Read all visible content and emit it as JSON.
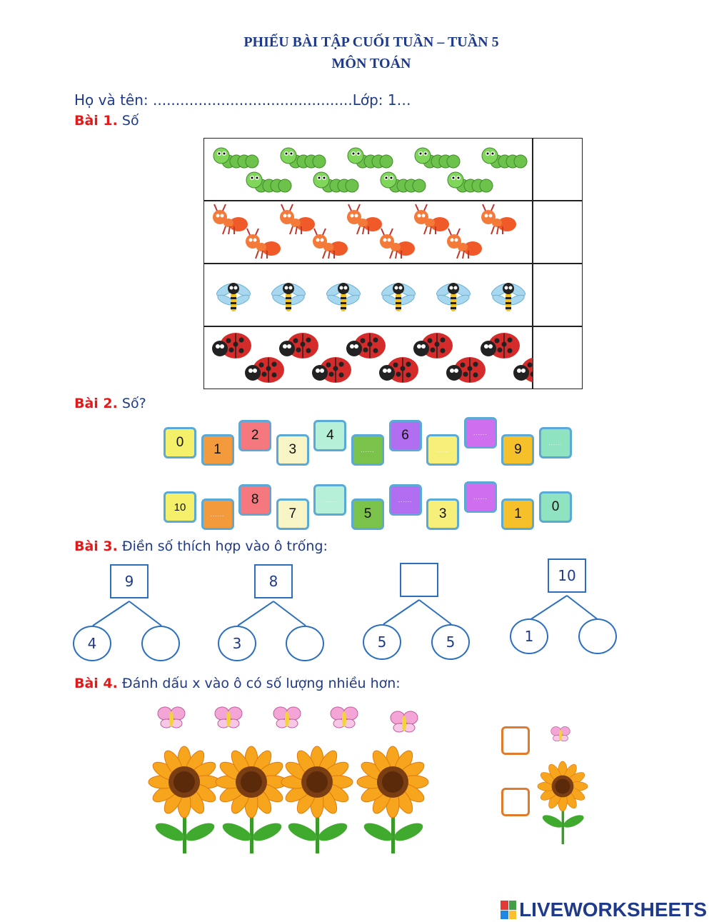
{
  "header": {
    "title_line1": "PHIẾU BÀI TẬP CUỐI TUẦN – TUẦN 5",
    "title_line2": "MÔN TOÁN"
  },
  "student_line": "Họ và tên: ............................................Lớp: 1…",
  "bai1": {
    "label": "Bài 1.",
    "text": "Số",
    "rows": [
      {
        "animal": "caterpillar",
        "count": 9
      },
      {
        "animal": "ant",
        "count": 9
      },
      {
        "animal": "dragonfly",
        "count": 6
      },
      {
        "animal": "ladybug",
        "count": 10
      }
    ]
  },
  "bai2": {
    "label": "Bài 2.",
    "text": "Số?",
    "row1": [
      "0",
      "1",
      "2",
      "3",
      "4",
      "",
      "6",
      "",
      "",
      "9",
      ""
    ],
    "row2": [
      "10",
      "",
      "8",
      "7",
      "",
      "5",
      "",
      "3",
      "",
      "1",
      "0"
    ],
    "colors": [
      "#f4f06a",
      "#f39a3c",
      "#f4787e",
      "#f7f4c6",
      "#b7f0d8",
      "#7bc24a",
      "#b26ef0",
      "#f6f07a",
      "#cf6ff0",
      "#f6c02b",
      "#8fe3c0"
    ]
  },
  "bai3": {
    "label": "Bài 3.",
    "text": "Điền số thích hợp vào ô trống:",
    "trees": [
      {
        "top": "9",
        "left": "4",
        "right": ""
      },
      {
        "top": "8",
        "left": "3",
        "right": ""
      },
      {
        "top": "",
        "left": "5",
        "right": "5"
      },
      {
        "top": "10",
        "left": "1",
        "right": ""
      }
    ]
  },
  "bai4": {
    "label": "Bài 4.",
    "text": "Đánh dấu x vào ô có số lượng nhiều hơn:",
    "butterflies": 5,
    "flowers": 4
  },
  "footer": {
    "logo_text": "LIVEWORKSHEETS"
  }
}
